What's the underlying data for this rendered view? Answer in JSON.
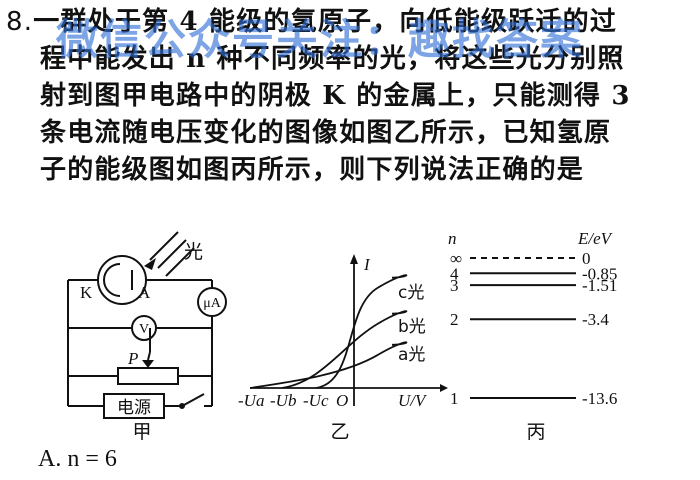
{
  "question": {
    "number": "8.",
    "lines": [
      "一群处于第 4 能级的氢原子，向低能级跃迁的过",
      "程中能发出 n 种不同频率的光，将这些光分别照",
      "射到图甲电路中的阴极 K 的金属上，只能测得 3",
      "条电流随电压变化的图像如图乙所示，已知氢原",
      "子的能级图如图丙所示，则下列说法正确的是"
    ]
  },
  "watermark": "微信公众号关注：趣找答案",
  "figures": {
    "jia": {
      "caption": "甲",
      "light_label": "光",
      "cathode_label": "K",
      "anode_label": "A",
      "ammeter_label": "μA",
      "voltmeter_label": "V",
      "slider_label": "P",
      "power_label": "电源"
    },
    "yi": {
      "caption": "乙",
      "y_axis_label": "I",
      "x_axis_label": "U/V",
      "origin_label": "O",
      "x_tick_labels": [
        "-Ua",
        "-Ub",
        "-Uc"
      ],
      "curves": [
        {
          "label": "c光",
          "saturation_level": 0.92,
          "stop_order": 3
        },
        {
          "label": "b光",
          "saturation_level": 0.62,
          "stop_order": 2
        },
        {
          "label": "a光",
          "saturation_level": 0.36,
          "stop_order": 1
        }
      ]
    },
    "bing": {
      "caption": "丙",
      "n_header": "n",
      "e_header": "E/eV",
      "levels": [
        {
          "n": "∞",
          "energy": "0",
          "value": 0,
          "dashed": true
        },
        {
          "n": "4",
          "energy": "-0.85",
          "value": -0.85,
          "dashed": false
        },
        {
          "n": "3",
          "energy": "-1.51",
          "value": -1.51,
          "dashed": false
        },
        {
          "n": "2",
          "energy": "-3.4",
          "value": -3.4,
          "dashed": false
        },
        {
          "n": "1",
          "energy": "-13.6",
          "value": -13.6,
          "dashed": false
        }
      ]
    }
  },
  "option_a": "A. n = 6"
}
